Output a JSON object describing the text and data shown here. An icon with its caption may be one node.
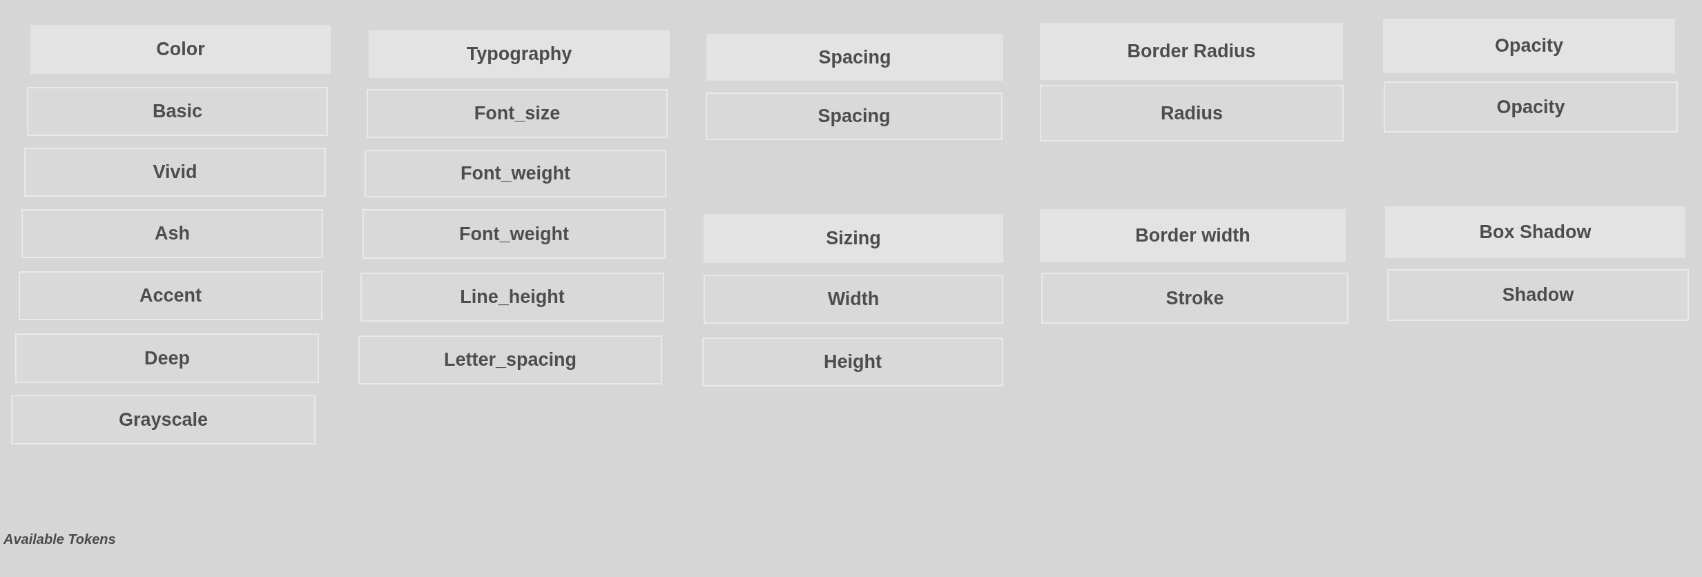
{
  "diagram": {
    "caption": "Available Tokens",
    "nodes": [
      {
        "text": [
          "Color"
        ]
      },
      {
        "text": [
          "Basic"
        ]
      },
      {
        "text": [
          "Vivid"
        ]
      },
      {
        "text": [
          "Ash"
        ]
      },
      {
        "text": [
          "Accent"
        ]
      },
      {
        "text": [
          "Deep"
        ]
      },
      {
        "text": [
          "Grayscale"
        ]
      },
      {
        "text": [
          "Typography"
        ]
      },
      {
        "text": [
          "Font_size"
        ]
      },
      {
        "text": [
          "Font_weight"
        ]
      },
      {
        "text": [
          "Font_weight"
        ]
      },
      {
        "text": [
          "Line_height"
        ]
      },
      {
        "text": [
          "Letter_spacing"
        ]
      },
      {
        "text": [
          "Spacing"
        ]
      },
      {
        "text": [
          "Spacing"
        ]
      },
      {
        "text": [
          "Sizing"
        ]
      },
      {
        "text": [
          "Width"
        ]
      },
      {
        "text": [
          "Height"
        ]
      },
      {
        "text": [
          "Border Radius"
        ]
      },
      {
        "text": [
          "Radius"
        ]
      },
      {
        "text": [
          "Border width"
        ]
      },
      {
        "text": [
          "Stroke"
        ]
      },
      {
        "text": [
          "Opacity"
        ]
      },
      {
        "text": [
          "Opacity"
        ]
      },
      {
        "text": [
          "Box Shadow"
        ]
      },
      {
        "text": [
          "Shadow"
        ]
      }
    ]
  }
}
